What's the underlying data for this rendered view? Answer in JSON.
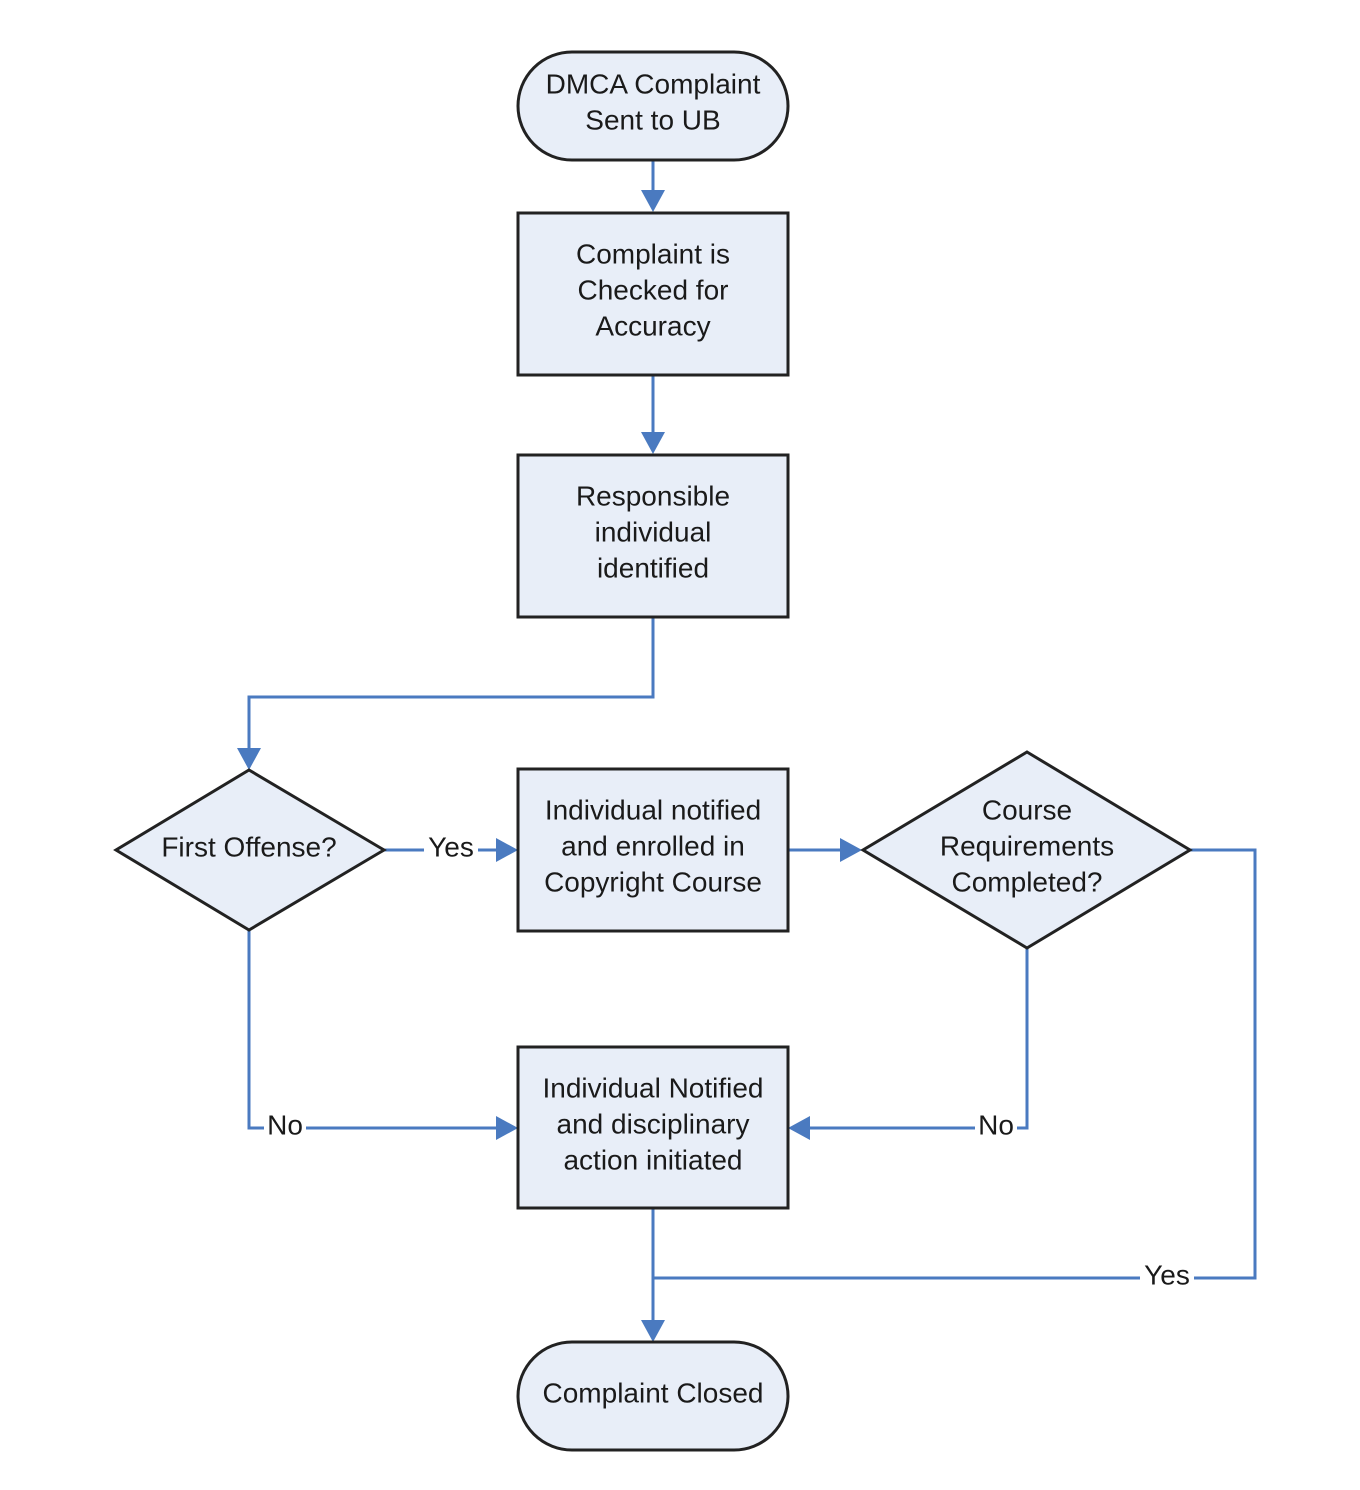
{
  "diagram": {
    "nodes": {
      "start": {
        "lines": [
          "DMCA Complaint",
          "Sent to UB"
        ]
      },
      "check": {
        "lines": [
          "Complaint is",
          "Checked for",
          "Accuracy"
        ]
      },
      "identify": {
        "lines": [
          "Responsible",
          "individual",
          "identified"
        ]
      },
      "first_offense": {
        "lines": [
          "First Offense?"
        ]
      },
      "enroll": {
        "lines": [
          "Individual notified",
          "and enrolled in",
          "Copyright Course"
        ]
      },
      "course_done": {
        "lines": [
          "Course",
          "Requirements",
          "Completed?"
        ]
      },
      "discipline": {
        "lines": [
          "Individual Notified",
          "and disciplinary",
          "action initiated"
        ]
      },
      "end": {
        "lines": [
          "Complaint Closed"
        ]
      }
    },
    "edge_labels": {
      "first_offense_yes": "Yes",
      "first_offense_no": "No",
      "course_done_no": "No",
      "course_done_yes": "Yes"
    },
    "colors": {
      "node_fill": "#e8eef8",
      "node_stroke": "#222222",
      "connector": "#4a7ac0"
    }
  }
}
